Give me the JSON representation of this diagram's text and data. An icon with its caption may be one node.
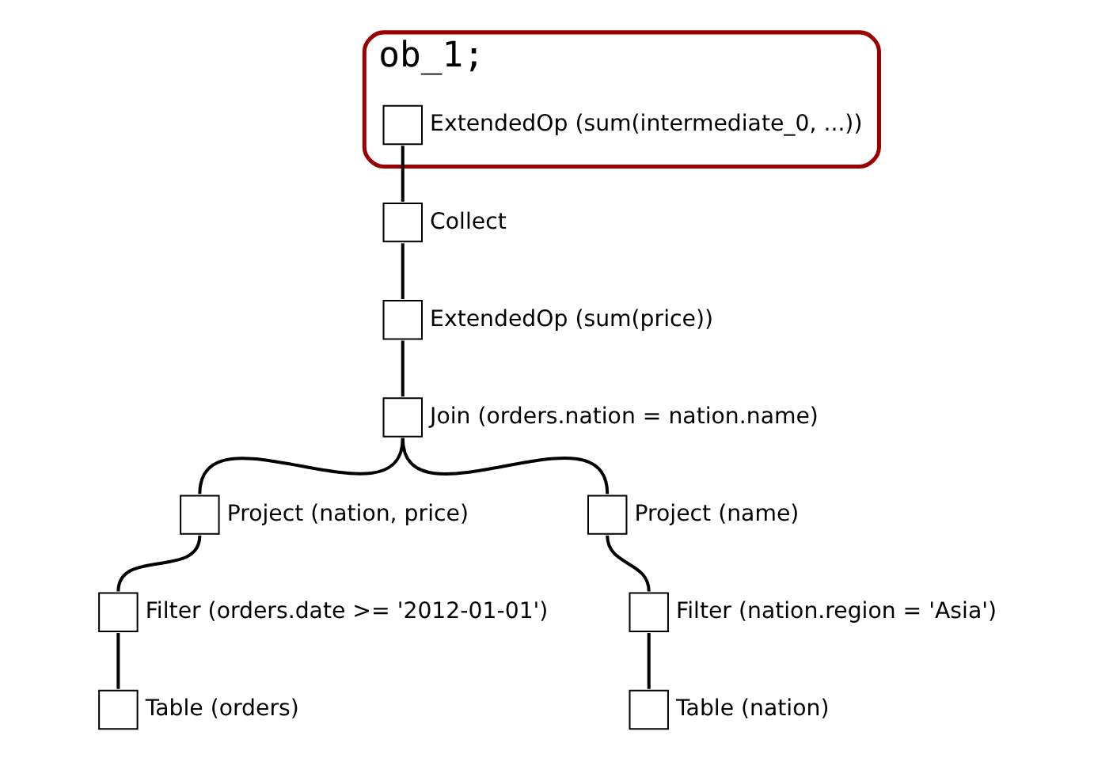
{
  "diagram": {
    "nodes": [
      {
        "text": [
          "ob_1;"
        ]
      },
      {
        "text": [],
        "shape": "box",
        "beside": [
          "ExtendedOp (sum(intermediate_0, ...))"
        ],
        "in": 0
      },
      {
        "text": [],
        "shape": "box",
        "beside": [
          "Collect"
        ]
      },
      {
        "text": [],
        "shape": "box",
        "beside": [
          "ExtendedOp (sum(price))"
        ]
      },
      {
        "text": [],
        "shape": "box",
        "beside": [
          "Join (orders.nation = nation.name)"
        ]
      },
      {
        "text": [],
        "shape": "box",
        "beside": [
          "Project (nation, price)"
        ]
      },
      {
        "text": [],
        "shape": "box",
        "beside": [
          "Filter (orders.date >= '2012-01-01')"
        ]
      },
      {
        "text": [],
        "shape": "box",
        "beside": [
          "Table (orders)"
        ]
      },
      {
        "text": [],
        "shape": "box",
        "beside": [
          "Project (name)"
        ]
      },
      {
        "text": [],
        "shape": "box",
        "beside": [
          "Filter (nation.region = 'Asia')"
        ]
      },
      {
        "text": [],
        "shape": "box",
        "beside": [
          "Table (nation)"
        ]
      }
    ],
    "edges": [
      {
        "from": 1,
        "to": 2,
        "arrow": "none"
      },
      {
        "from": 2,
        "to": 3,
        "arrow": "none"
      },
      {
        "from": 3,
        "to": 4,
        "arrow": "none"
      },
      {
        "from": 4,
        "to": 5,
        "arrow": "none"
      },
      {
        "from": 4,
        "to": 8,
        "arrow": "none"
      },
      {
        "from": 5,
        "to": 6,
        "arrow": "none"
      },
      {
        "from": 6,
        "to": 7,
        "arrow": "none"
      },
      {
        "from": 8,
        "to": 9,
        "arrow": "none"
      },
      {
        "from": 9,
        "to": 10,
        "arrow": "none"
      }
    ]
  }
}
